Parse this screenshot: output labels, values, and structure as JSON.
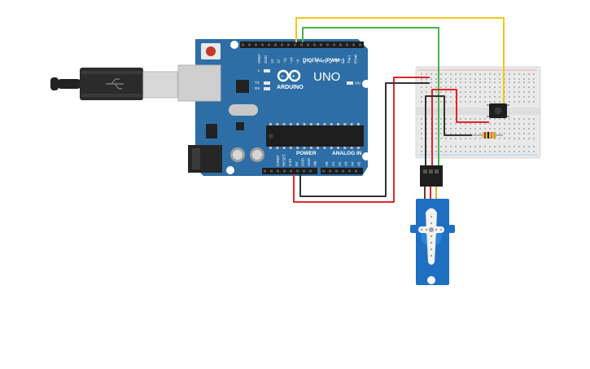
{
  "board": {
    "logo": "ARDUINO",
    "model": "UNO",
    "digital_label": "DIGITAL (PWM~)",
    "power_label": "POWER",
    "analog_label": "ANALOG IN",
    "digital_pins": [
      "AREF",
      "GND",
      "13",
      "12",
      "~11",
      "~10",
      "~9",
      "8",
      "7",
      "~6",
      "~5",
      "4",
      "~3",
      "2",
      "TX▸1",
      "RX◂0"
    ],
    "power_pins": [
      "IOREF",
      "RESET",
      "3.3V",
      "5V",
      "GND",
      "GND",
      "Vin"
    ],
    "analog_pins": [
      "A0",
      "A1",
      "A2",
      "A3",
      "A4",
      "A5"
    ],
    "leds": {
      "l": "L",
      "tx": "TX",
      "rx": "RX",
      "on": "ON"
    }
  },
  "colors": {
    "board": "#2e6ea6",
    "wire_red": "#e0252b",
    "wire_black": "#333333",
    "wire_green": "#4caf50",
    "wire_yellow": "#f5c518",
    "servo": "#1f6fc2",
    "breadboard": "#e9e9e9"
  }
}
